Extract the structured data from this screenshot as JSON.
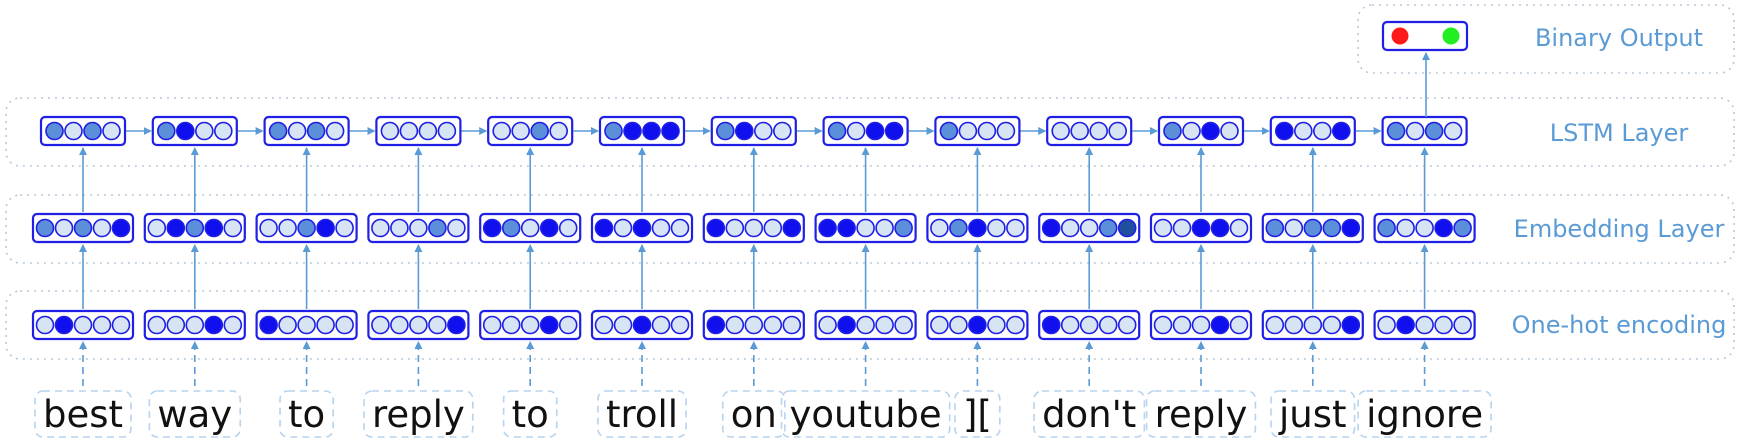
{
  "layers": {
    "output": "Binary Output",
    "lstm": "LSTM Layer",
    "embedding": "Embedding Layer",
    "onehot": "One-hot encoding"
  },
  "words": [
    "best",
    "way",
    "to",
    "reply",
    "to",
    "troll",
    "on",
    "youtube",
    "][",
    "don't",
    "reply",
    "just",
    "ignore"
  ],
  "colors": {
    "border": "#1f1fe6",
    "arrow": "#5b9bd5",
    "dotted": "#b8c8d8",
    "empty": "#d6e4f3",
    "mid": "#5b8fd9",
    "full": "#1010ee",
    "dark": "#1f4f9e",
    "output_left": "#ff1a1a",
    "output_right": "#22ee22"
  },
  "lstm_states": [
    [
      "mid",
      "empty",
      "mid",
      "empty"
    ],
    [
      "mid",
      "full",
      "empty",
      "empty"
    ],
    [
      "mid",
      "empty",
      "mid",
      "empty"
    ],
    [
      "empty",
      "empty",
      "empty",
      "empty"
    ],
    [
      "empty",
      "empty",
      "mid",
      "empty"
    ],
    [
      "mid",
      "full",
      "full",
      "full"
    ],
    [
      "mid",
      "full",
      "empty",
      "empty"
    ],
    [
      "mid",
      "empty",
      "full",
      "full"
    ],
    [
      "mid",
      "empty",
      "empty",
      "empty"
    ],
    [
      "empty",
      "empty",
      "empty",
      "empty"
    ],
    [
      "mid",
      "empty",
      "full",
      "empty"
    ],
    [
      "full",
      "empty",
      "empty",
      "full"
    ],
    [
      "mid",
      "empty",
      "mid",
      "empty"
    ]
  ],
  "embedding_states": [
    [
      "mid",
      "empty",
      "mid",
      "empty",
      "full"
    ],
    [
      "empty",
      "full",
      "mid",
      "full",
      "empty"
    ],
    [
      "empty",
      "empty",
      "mid",
      "full",
      "empty"
    ],
    [
      "empty",
      "empty",
      "empty",
      "mid",
      "empty"
    ],
    [
      "full",
      "mid",
      "empty",
      "full",
      "empty"
    ],
    [
      "full",
      "empty",
      "full",
      "empty",
      "empty"
    ],
    [
      "full",
      "empty",
      "empty",
      "empty",
      "full"
    ],
    [
      "full",
      "full",
      "empty",
      "empty",
      "mid"
    ],
    [
      "empty",
      "mid",
      "full",
      "empty",
      "empty"
    ],
    [
      "full",
      "empty",
      "empty",
      "mid",
      "dark"
    ],
    [
      "empty",
      "empty",
      "full",
      "full",
      "empty"
    ],
    [
      "mid",
      "empty",
      "mid",
      "mid",
      "full"
    ],
    [
      "mid",
      "empty",
      "empty",
      "full",
      "mid"
    ]
  ],
  "onehot_index": [
    1,
    3,
    0,
    4,
    3,
    2,
    0,
    1,
    2,
    0,
    3,
    4,
    1
  ]
}
